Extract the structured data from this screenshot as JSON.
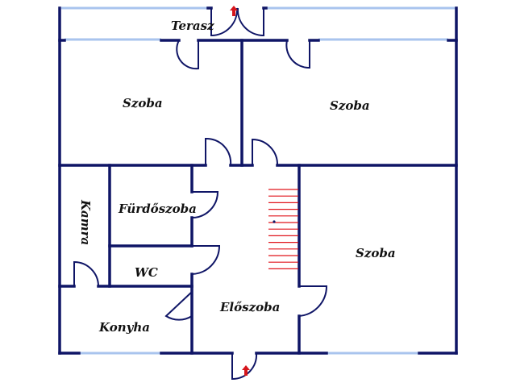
{
  "plan": {
    "colors": {
      "wall": "#0f1566",
      "door": "#0f1566",
      "window": "#a9c4ee",
      "stairs": "#e0141b",
      "arrow": "#d6151b",
      "label": "#111111"
    },
    "icons": {
      "entrance_arrow": "red-up-arrow-icon"
    },
    "rooms": {
      "terasz": "Terasz",
      "szoba_top_left": "Szoba",
      "szoba_top_right": "Szoba",
      "szoba_right": "Szoba",
      "furdoszoba": "Fürdőszoba",
      "kamra": "Kamra",
      "wc": "WC",
      "konyha": "Konyha",
      "eloszoba": "Előszoba"
    }
  }
}
